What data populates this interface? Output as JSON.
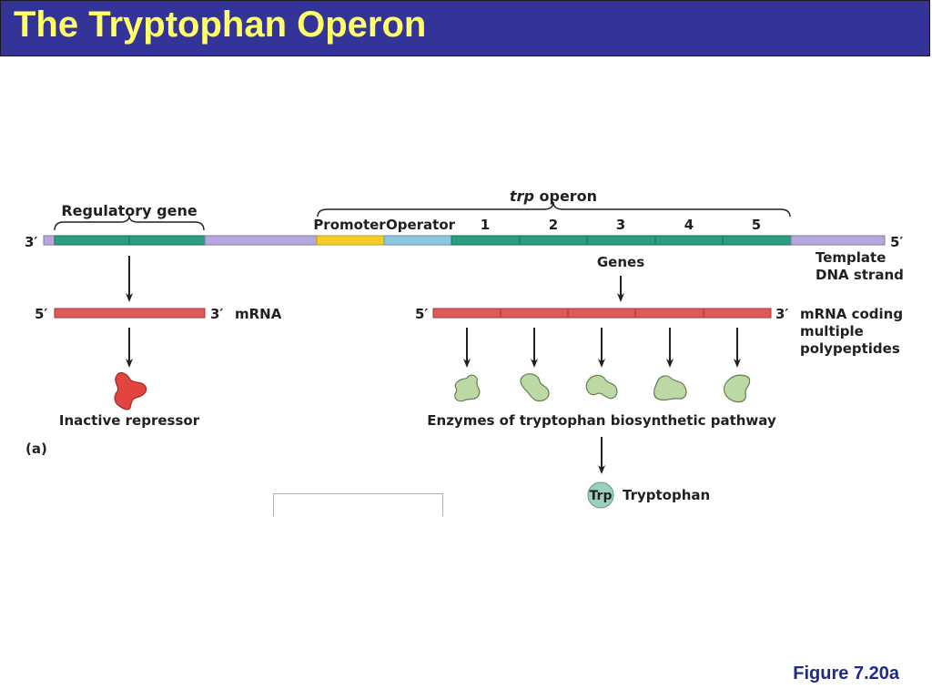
{
  "title": "The Tryptophan Operon",
  "figure_label": "Figure 7.20a",
  "diagram": {
    "regulatory_gene_label": "Regulatory gene",
    "operon_label_italic": "trp",
    "operon_label_rest": " operon",
    "strand_3prime": "3′",
    "strand_5prime": "5′",
    "promoter": "Promoter",
    "operator": "Operator",
    "genes": [
      "1",
      "2",
      "3",
      "4",
      "5"
    ],
    "genes_label": "Genes",
    "template_line1": "Template",
    "template_line2": "DNA strand",
    "mrna_left_5": "5′",
    "mrna_left_3": "3′",
    "mrna_label": "mRNA",
    "mrna_right_5": "5′",
    "mrna_right_3": "3′",
    "mrna_coding_line1": "mRNA coding",
    "mrna_coding_line2": "multiple",
    "mrna_coding_line3": "polypeptides",
    "inactive_repressor": "Inactive repressor",
    "enzymes_label": "Enzymes of tryptophan biosynthetic pathway",
    "panel_label": "(a)",
    "trp_symbol": "Trp",
    "trp_label": "Tryptophan",
    "colors": {
      "gene": "#2a9e7e",
      "strand": "#b6a8dc",
      "promoter": "#f7cd2a",
      "operator": "#8fc6df",
      "mrna": "#e0595a",
      "repressor": "#e2453f",
      "enzyme": "#bcd8a4",
      "trp_ball": "#9ccfbf"
    }
  }
}
